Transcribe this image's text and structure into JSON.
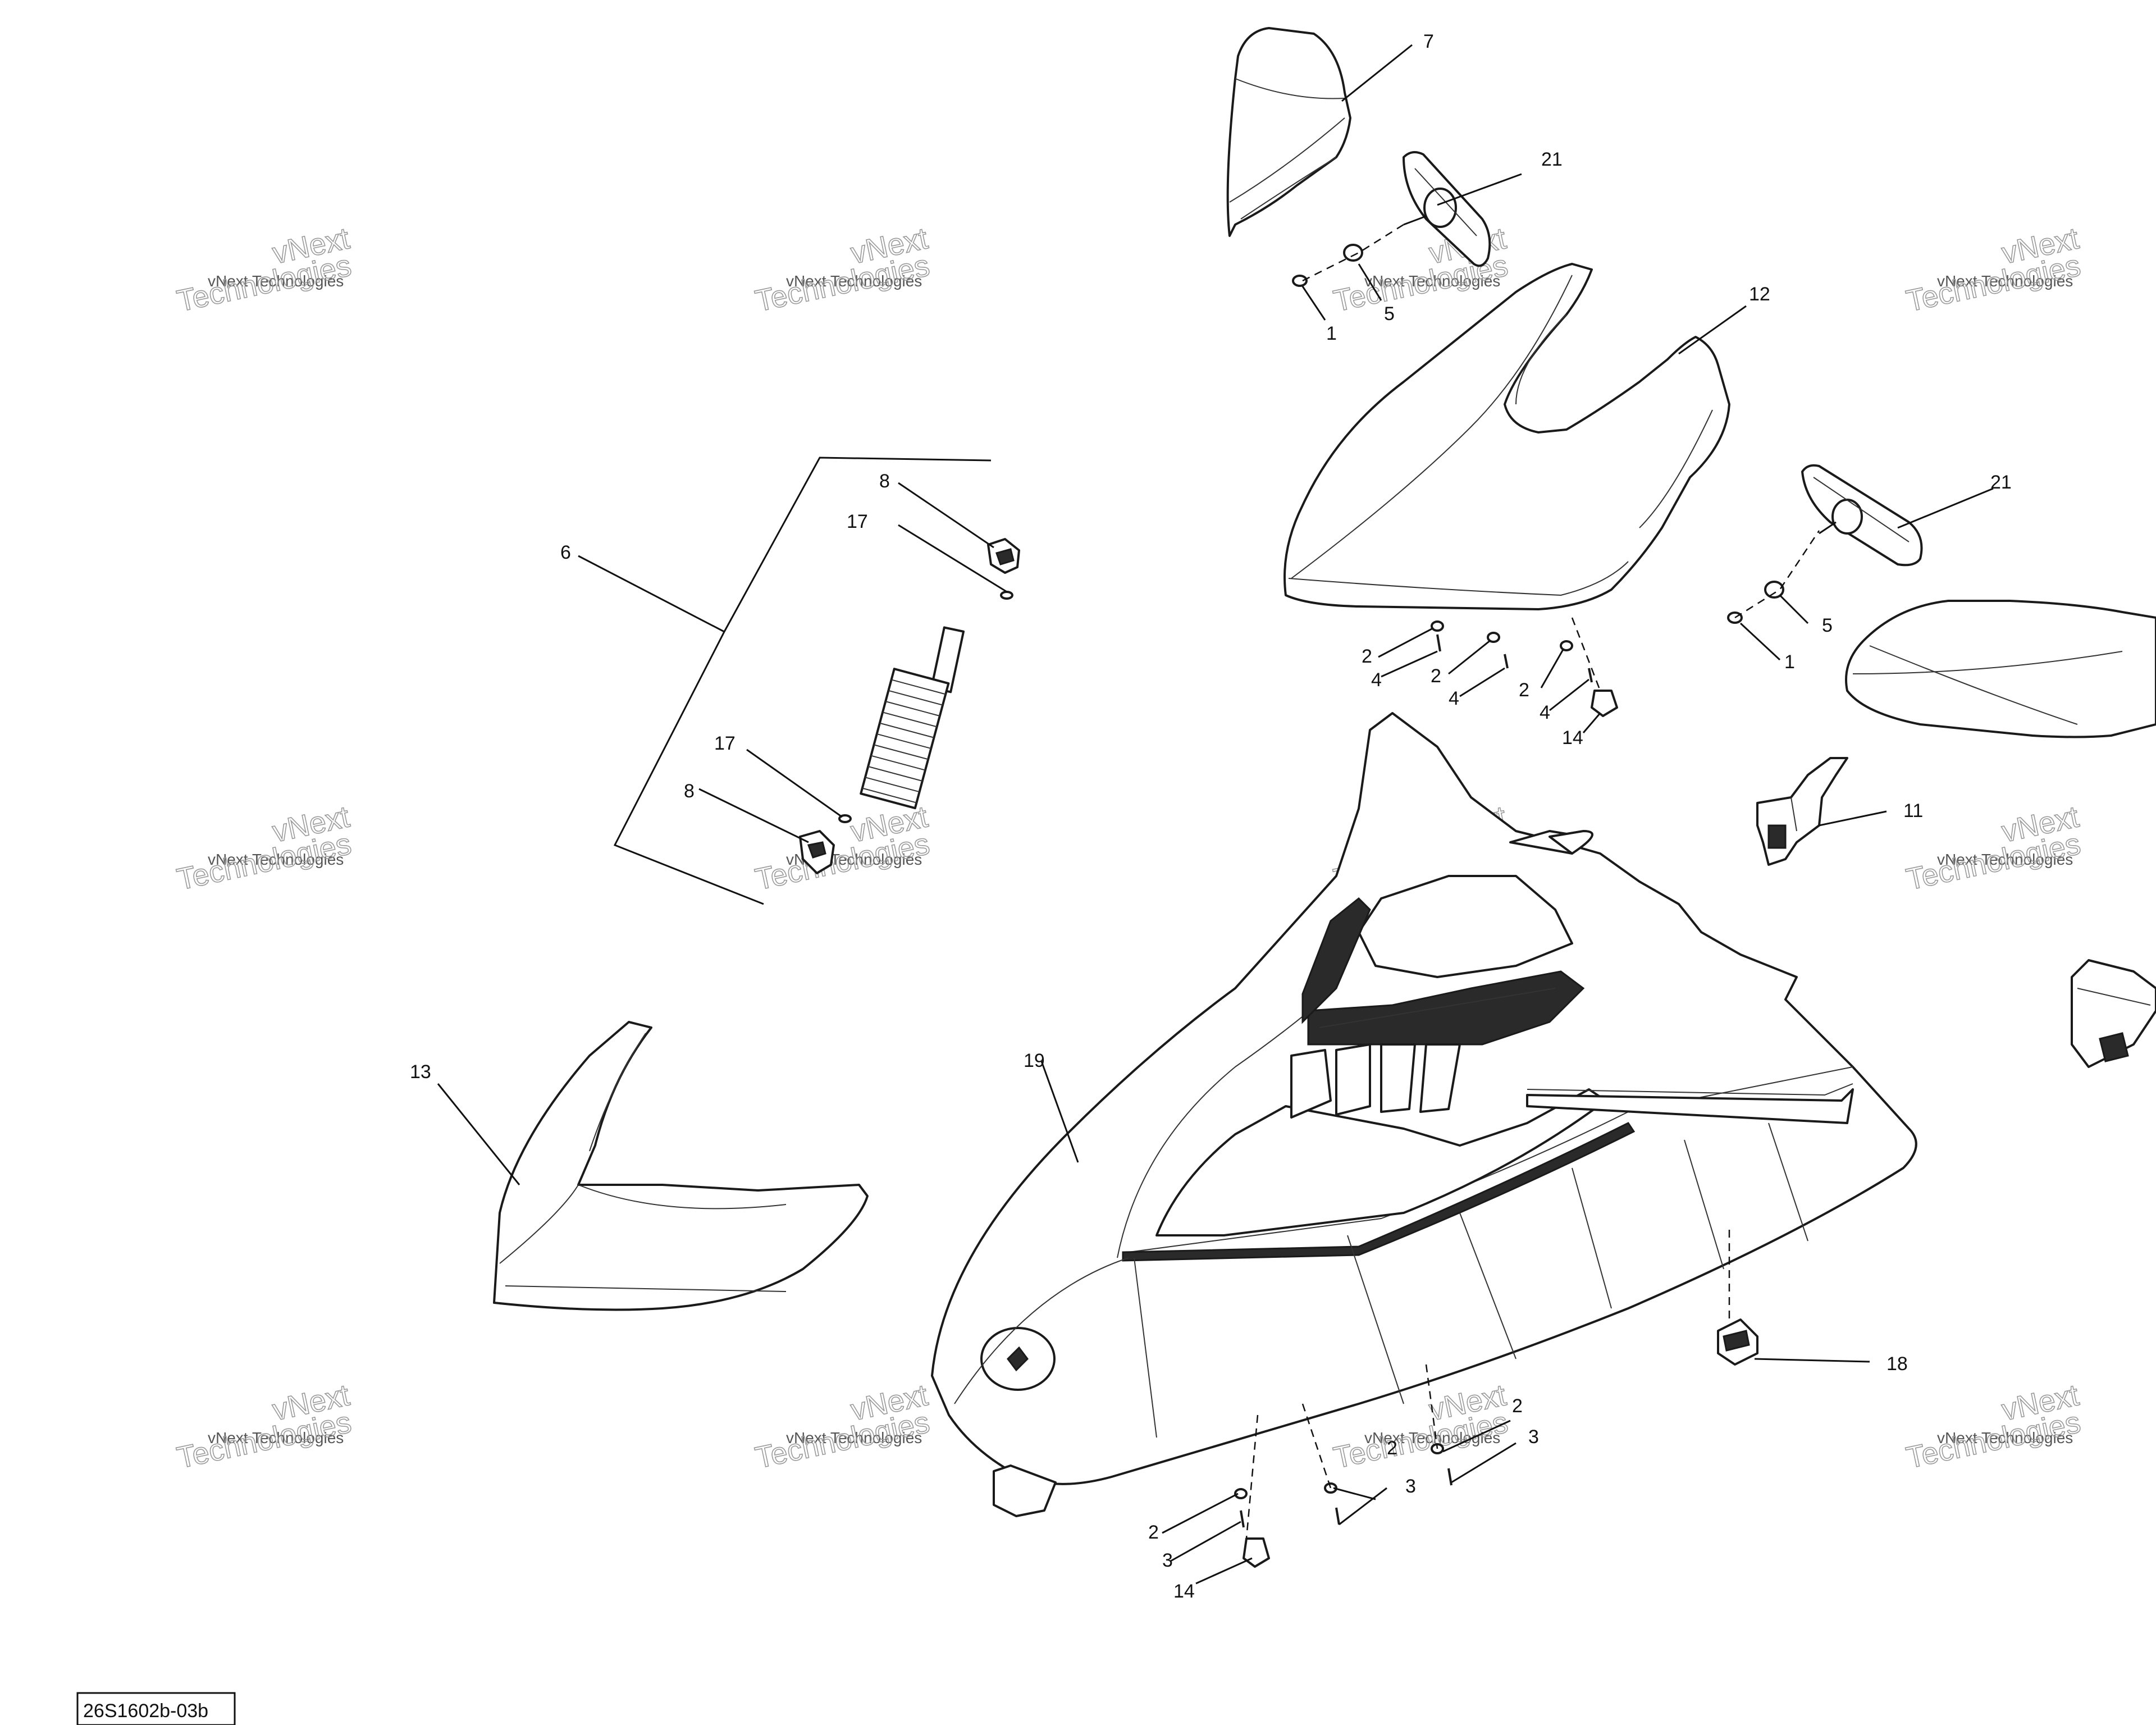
{
  "diagram": {
    "reference_code": "26S1602b-03b",
    "watermark": {
      "line1": "vNext Technologies",
      "line2_big_a": "vNext",
      "line2_big_b": "Technologies"
    },
    "callouts": [
      {
        "id": "c7",
        "label": "7"
      },
      {
        "id": "c21a",
        "label": "21"
      },
      {
        "id": "c1a",
        "label": "1"
      },
      {
        "id": "c5a",
        "label": "5"
      },
      {
        "id": "c12",
        "label": "12"
      },
      {
        "id": "c21b",
        "label": "21"
      },
      {
        "id": "c5b",
        "label": "5"
      },
      {
        "id": "c1b",
        "label": "1"
      },
      {
        "id": "c6",
        "label": "6"
      },
      {
        "id": "c8a",
        "label": "8"
      },
      {
        "id": "c17a",
        "label": "17"
      },
      {
        "id": "c17b",
        "label": "17"
      },
      {
        "id": "c8b",
        "label": "8"
      },
      {
        "id": "c2a",
        "label": "2"
      },
      {
        "id": "c4a",
        "label": "4"
      },
      {
        "id": "c2b",
        "label": "2"
      },
      {
        "id": "c4b",
        "label": "4"
      },
      {
        "id": "c2c",
        "label": "2"
      },
      {
        "id": "c4c",
        "label": "4"
      },
      {
        "id": "c14a",
        "label": "14"
      },
      {
        "id": "c11",
        "label": "11"
      },
      {
        "id": "c13",
        "label": "13"
      },
      {
        "id": "c19",
        "label": "19"
      },
      {
        "id": "c18",
        "label": "18"
      },
      {
        "id": "c2d",
        "label": "2"
      },
      {
        "id": "c3a",
        "label": "3"
      },
      {
        "id": "c2e",
        "label": "2"
      },
      {
        "id": "c3b",
        "label": "3"
      },
      {
        "id": "c2f",
        "label": "2"
      },
      {
        "id": "c3c",
        "label": "3"
      },
      {
        "id": "c14b",
        "label": "14"
      }
    ]
  }
}
